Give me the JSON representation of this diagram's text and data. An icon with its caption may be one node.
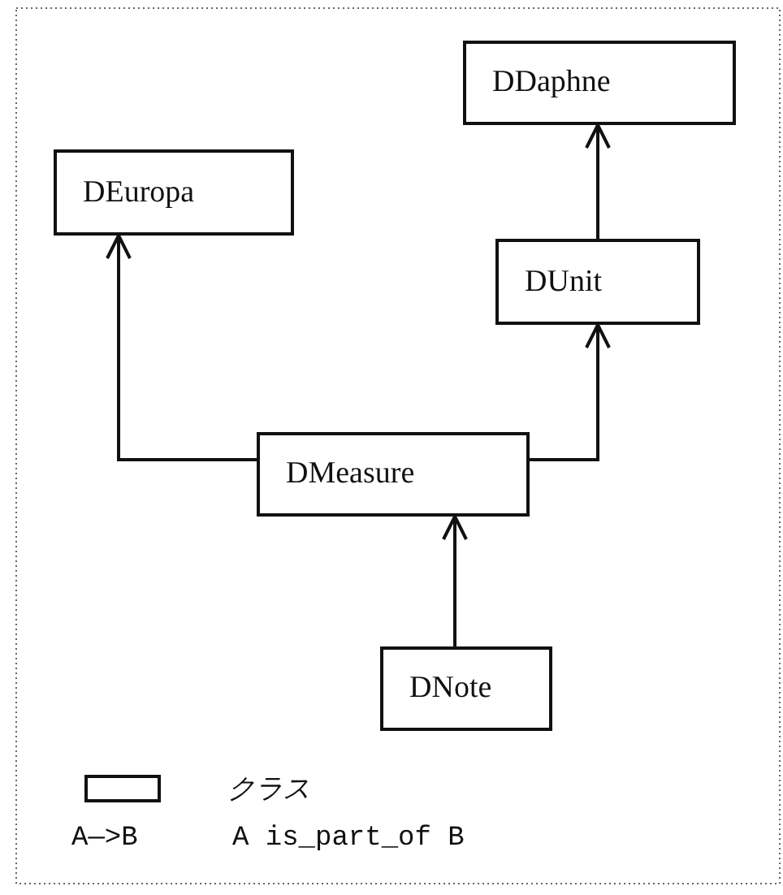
{
  "diagram": {
    "nodes": [
      {
        "text": [
          "DDaphne"
        ]
      },
      {
        "text": [
          "DEuropa"
        ]
      },
      {
        "text": [
          "DUnit"
        ]
      },
      {
        "text": [
          "DMeasure"
        ]
      },
      {
        "text": [
          "DNote"
        ]
      }
    ],
    "edges": [
      {
        "from": 2,
        "to": 0,
        "arrow": "to"
      },
      {
        "from": 3,
        "to": 1,
        "arrow": "to"
      },
      {
        "from": 3,
        "to": 2,
        "arrow": "to"
      },
      {
        "from": 4,
        "to": 3,
        "arrow": "to"
      }
    ],
    "labels": [
      "A—>B",
      "A is_part_of B"
    ],
    "legend": [
      {
        "text": "クラス"
      }
    ]
  }
}
